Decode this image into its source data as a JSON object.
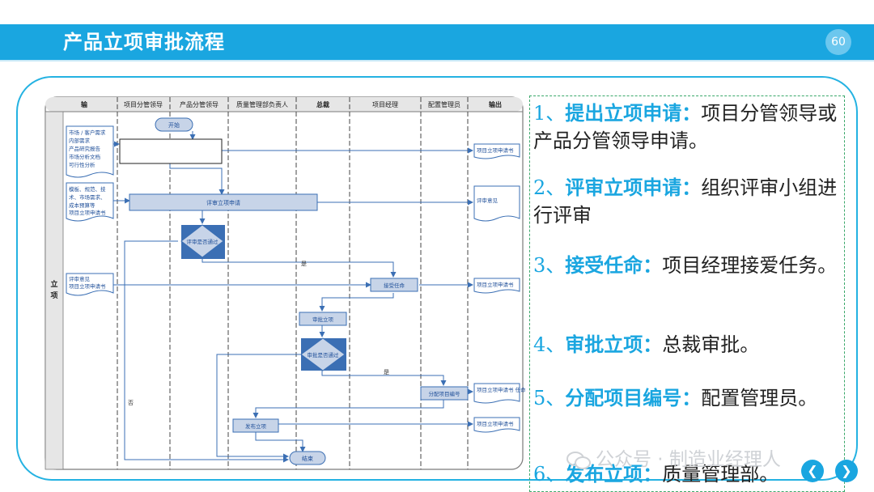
{
  "header": {
    "title": "产品立项审批流程",
    "page_number": "60"
  },
  "diagram": {
    "lanes": [
      "输",
      "项目分管领导",
      "产品分管领导",
      "质量管理部负责人",
      "总裁",
      "项目经理",
      "配置管理员",
      "输出"
    ],
    "phase": "立项",
    "input_docs": [
      {
        "lines": [
          "市场 / 客户需求",
          "内部需求",
          "产品研究报告",
          "市场分析文档",
          "可行性分析"
        ]
      },
      {
        "lines": [
          "模板、规范、技",
          "术、市场需求、",
          "成本预算等",
          "项目立项申请书"
        ]
      },
      {
        "lines": [
          "评审意见",
          "项目立项申请书"
        ]
      }
    ],
    "output_docs": [
      "项目立项申请书",
      "评审意见",
      "项目立项申请书",
      "项目立项申请书 任命书",
      "项目立项申请书"
    ],
    "nodes": {
      "start": "开始",
      "review": "评审立项申请",
      "decision_review": "评审是否通过",
      "accept": "接受任命",
      "approve": "审批立项",
      "decision_approve": "审批是否通过",
      "assign_number": "分配项目编号",
      "publish": "发布立项",
      "end": "结束"
    },
    "yes_label": "是",
    "no_label": "否"
  },
  "steps": [
    {
      "num": "1、",
      "term": "提出立项申请：",
      "text": "项目分管领导或产品分管领导申请。"
    },
    {
      "num": "2、",
      "term": "评审立项申请：",
      "text": "组织评审小组进行评审"
    },
    {
      "num": "3、",
      "term": "接受任命：",
      "text": "项目经理接爱任务。"
    },
    {
      "num": "4、",
      "term": "审批立项：",
      "text": "总裁审批。"
    },
    {
      "num": "5、",
      "term": "分配项目编号：",
      "text": "配置管理员。"
    },
    {
      "num": "6、",
      "term": "发布立项：",
      "text": "质量管理部。"
    }
  ],
  "watermark": "公众号 · 制造业经理人",
  "nav": {
    "prev_icon": "chevron-left-icon",
    "next_icon": "chevron-right-icon"
  },
  "colors": {
    "accent": "#1aa6e0",
    "frame": "#24b2e2",
    "term": "#1aa6e0"
  }
}
